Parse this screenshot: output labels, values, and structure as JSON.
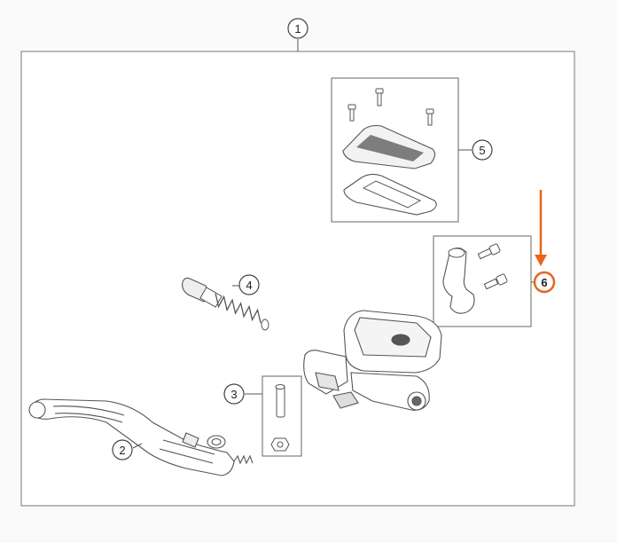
{
  "diagram": {
    "callouts": [
      {
        "id": "1",
        "label": "1"
      },
      {
        "id": "2",
        "label": "2"
      },
      {
        "id": "3",
        "label": "3"
      },
      {
        "id": "4",
        "label": "4"
      },
      {
        "id": "5",
        "label": "5"
      },
      {
        "id": "6",
        "label": "6"
      }
    ],
    "highlight": {
      "callout": "6",
      "color": "#e8641c"
    },
    "colors": {
      "line": "#555555",
      "box_stroke": "#666666",
      "accent": "#e8641c"
    }
  }
}
